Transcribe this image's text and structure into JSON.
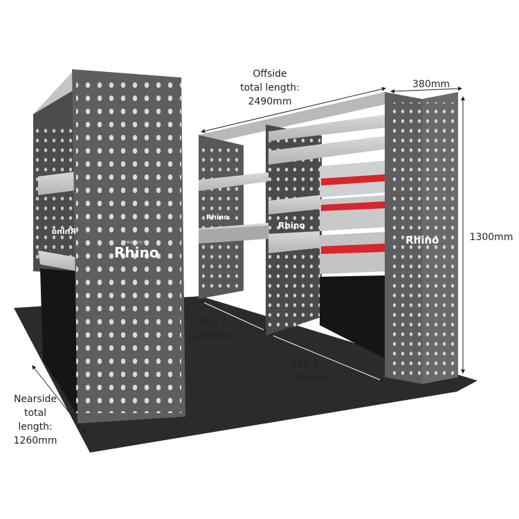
{
  "labels": {
    "offside": [
      "Offside",
      "total length:",
      "2490mm"
    ],
    "depth": "380mm",
    "height": "1300mm",
    "bay2": [
      "Bay 2",
      "1200mm"
    ],
    "bay1": [
      "Bay 1",
      "1200mm"
    ],
    "nearside": [
      "Nearside",
      "total",
      "length:",
      "1260mm"
    ]
  },
  "brand": {
    "name": "Rhino",
    "tagline": "PRODUCTS"
  },
  "colors": {
    "floor": "#2b2b2b",
    "panel": "#5e5e60",
    "panel_dark": "#3e3e40",
    "shelf": "#c9cacc",
    "shelf_edge": "#a7a8aa",
    "drawer_handle": "#d7262c",
    "dimension_line": "#231f20"
  }
}
